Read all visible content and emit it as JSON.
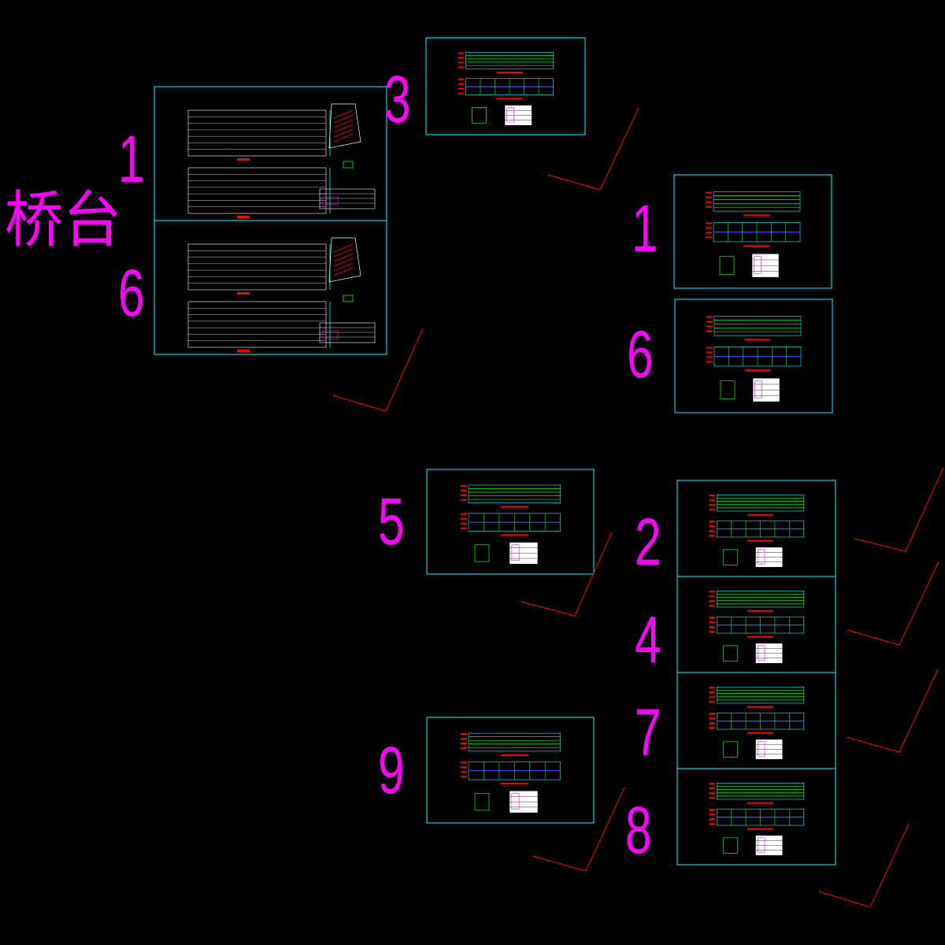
{
  "title": "桥台",
  "colors": {
    "background": "#000000",
    "frame": "#00ffff",
    "label": "#ff00ff",
    "leader": "#ff0000",
    "rebar": "#00ff00",
    "detail": "#ffffff"
  },
  "sheet_numbers": {
    "top_left_upper": "1",
    "top_left_lower": "6",
    "top_center": "3",
    "right_upper": "1",
    "right_lower": "6",
    "mid_center": "5",
    "right_a": "2",
    "right_b": "4",
    "right_c": "7",
    "right_d": "8",
    "bottom_center": "9"
  }
}
